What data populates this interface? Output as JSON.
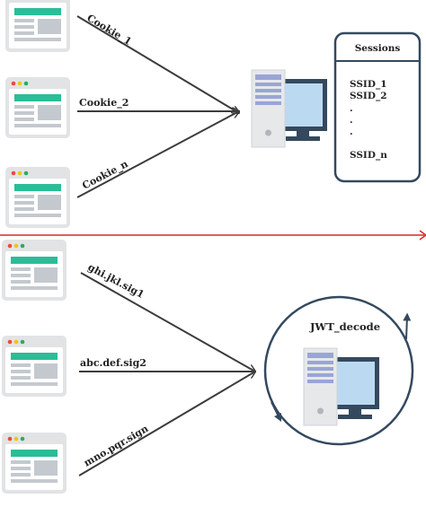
{
  "cookie_section": {
    "cookies": [
      "Cookie_1",
      "Cookie_2",
      "Cookie_n"
    ],
    "sessions_title": "Sessions",
    "session_ids": [
      "SSID_1",
      "SSID_2"
    ],
    "ellipsis": [
      ".",
      ".",
      "."
    ],
    "session_last": "SSID_n"
  },
  "jwt_section": {
    "tokens": [
      "ghi.jkl.sig1",
      "abc.def.sig2",
      "mno.pqr.sign"
    ],
    "decode_label": "JWT_decode"
  },
  "colors": {
    "browser_frame": "#e1e3e5",
    "header_green": "#2bbd97",
    "block_gray": "#c4c9cf",
    "dot_red": "#e74c3c",
    "dot_yellow": "#f1c40f",
    "dot_green": "#27ae60",
    "monitor_frame": "#34495e",
    "monitor_screen": "#bcd9f2",
    "tower_light": "#e6e8ea",
    "tower_slot": "#9aa5d6",
    "arrow": "#3c3c3c",
    "divider": "#d62828",
    "cycle": "#34495e"
  },
  "icons": [
    "browser-window-icon",
    "server-computer-icon",
    "refresh-cycle-icon"
  ]
}
